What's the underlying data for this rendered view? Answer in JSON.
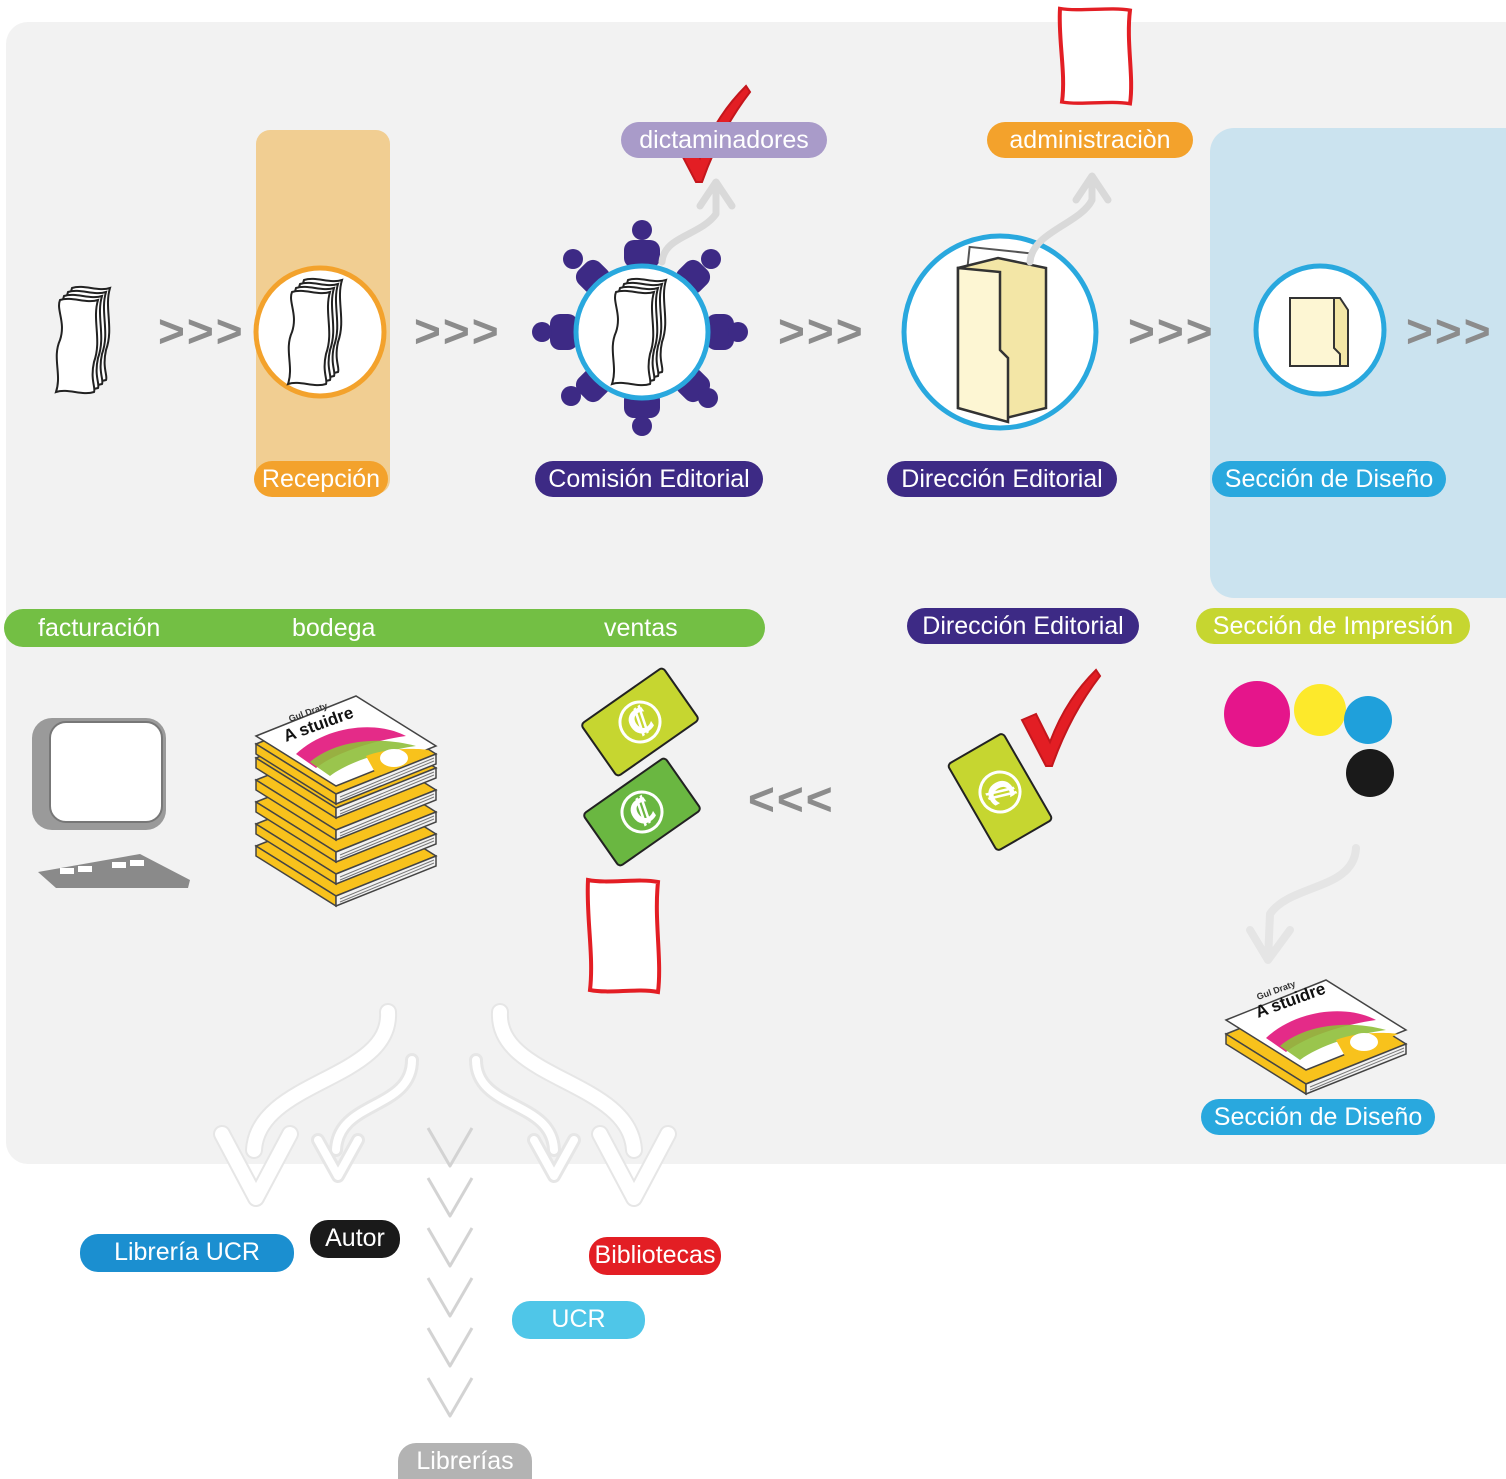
{
  "colors": {
    "panel": "#f2f2f2",
    "orange": "#f3a22c",
    "purple": "#3d2a85",
    "blue": "#29a8de",
    "green": "#73bf44",
    "lime": "#c6d630",
    "lavender": "#a99bc9",
    "red": "#e31e24",
    "dark_blue": "#1b8fd0",
    "light_blue": "#4fc6e8",
    "grey": "#b3b3b3",
    "black": "#1a1a1a"
  },
  "labels": {
    "recepcion": "Recepción",
    "comision_editorial": "Comisión Editorial",
    "direccion_editorial_top": "Dirección Editorial",
    "seccion_diseno_top": "Sección de Diseño",
    "dictaminadores": "dictaminadores",
    "administracion": "administraciòn",
    "facturacion": "facturación",
    "bodega": "bodega",
    "ventas": "ventas",
    "direccion_editorial_mid": "Dirección Editorial",
    "seccion_impresion": "Sección de Impresión",
    "seccion_diseno_bottom": "Sección de Diseño",
    "libreria_ucr": "Librería UCR",
    "autor": "Autor",
    "bibliotecas": "Bibliotecas",
    "ucr": "UCR",
    "librerias": "Librerías"
  },
  "flow_arrows": {
    "forward": ">>>",
    "backward": "<<<"
  },
  "book": {
    "author": "Gul Draty",
    "title": "A stuidre"
  },
  "currency_symbol": "₡",
  "icons": [
    "manuscript-icon",
    "meeting-table-icon",
    "folder-icon",
    "checkmark-icon",
    "blank-form-icon",
    "cmyk-dots-icon",
    "book-stack-icon",
    "banknote-icon",
    "computer-icon",
    "curved-arrow-icon"
  ]
}
